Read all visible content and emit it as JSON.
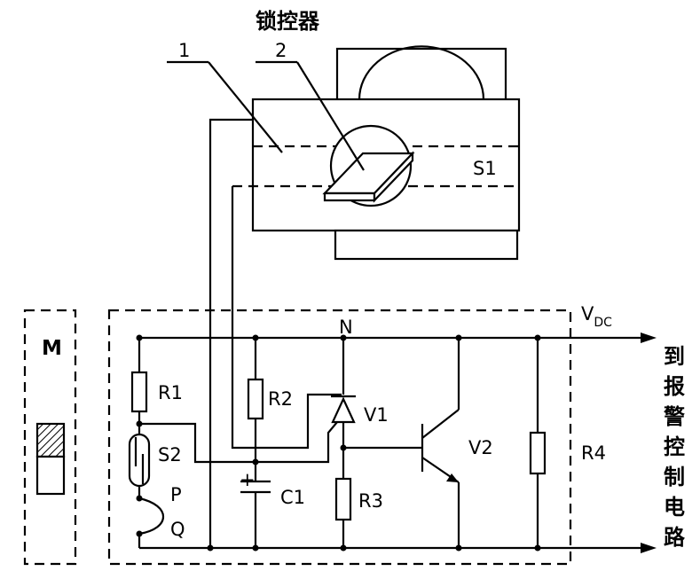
{
  "labels": {
    "lock_controller": "锁控器",
    "callout_1": "1",
    "callout_2": "2",
    "S1": "S1",
    "M": "M",
    "N": "N",
    "V": "V",
    "DC": "DC",
    "R1": "R1",
    "R2": "R2",
    "R3": "R3",
    "R4": "R4",
    "S2": "S2",
    "V1": "V1",
    "V2": "V2",
    "C1": "C1",
    "P": "P",
    "Q": "Q",
    "plus": "+",
    "to_alarm": [
      "到",
      "报",
      "警",
      "控",
      "制",
      "电",
      "路"
    ]
  },
  "colors": {
    "stroke": "#000000",
    "hatch": "#000000",
    "background": "#ffffff"
  }
}
